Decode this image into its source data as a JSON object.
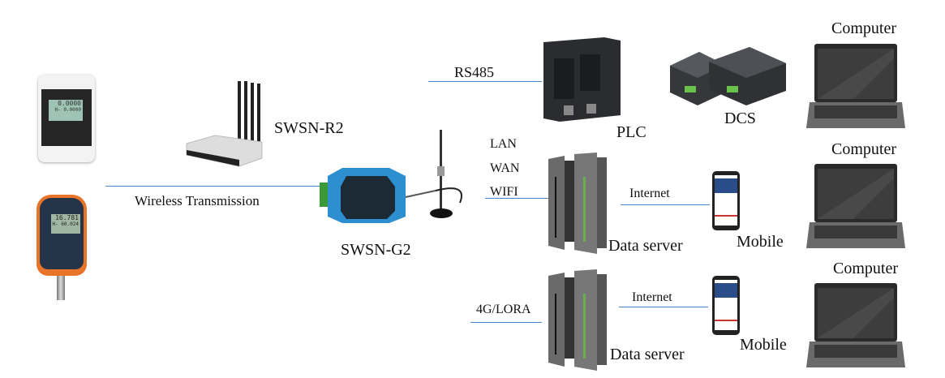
{
  "labels": {
    "router": "SWSN-R2",
    "wireless": "Wireless Transmission",
    "gateway": "SWSN-G2",
    "rs485": "RS485",
    "plc": "PLC",
    "dcs": "DCS",
    "computer1": "Computer",
    "computer2": "Computer",
    "computer3": "Computer",
    "lan": "LAN",
    "wan": "WAN",
    "wifi": "WIFI",
    "internet1": "Internet",
    "internet2": "Internet",
    "server1": "Data server",
    "server2": "Data server",
    "mobile1": "Mobile",
    "mobile2": "Mobile",
    "lora": "4G/LORA"
  },
  "devices": {
    "panel_display": [
      "0.0000",
      "H- 0.0000"
    ],
    "sensor_display": [
      "16.781",
      "H- 60.024"
    ]
  },
  "colors": {
    "line": "#4a86c8",
    "sensor_orange": "#e8742a",
    "gateway_blue": "#2d8fd0"
  }
}
